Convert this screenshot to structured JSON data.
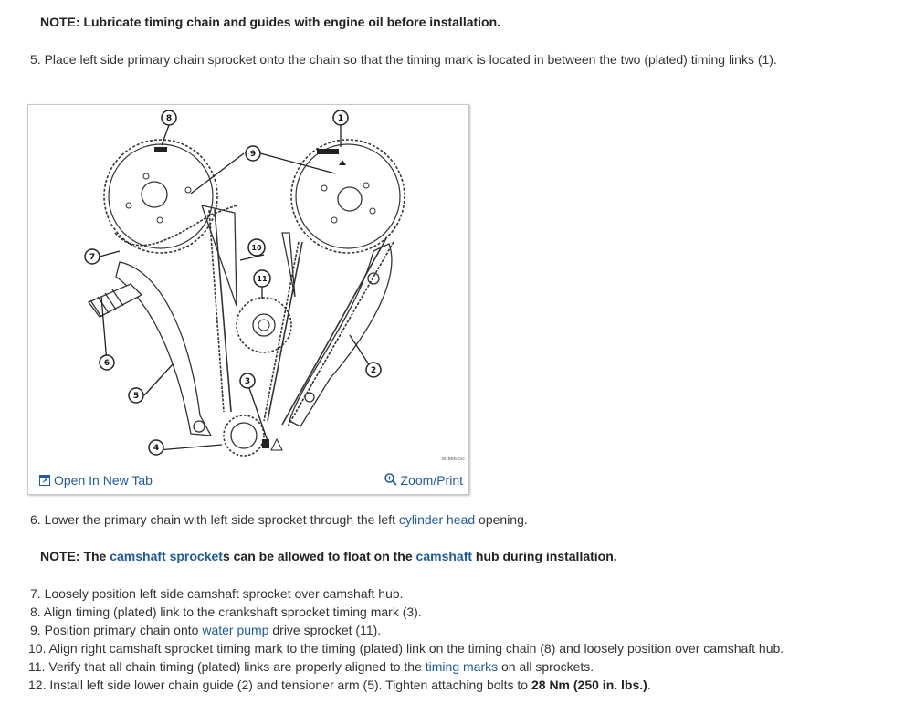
{
  "note1": "NOTE: Lubricate timing chain and guides with engine oil before installation.",
  "step5": "5. Place left side primary chain sprocket onto the chain so that the timing mark is located in between the two (plated) timing links (1).",
  "figure": {
    "callouts": [
      "1",
      "2",
      "3",
      "4",
      "5",
      "6",
      "7",
      "8",
      "9",
      "10",
      "11"
    ],
    "code": "8086635c",
    "open_tab_label": "Open In New Tab",
    "zoom_label": "Zoom/Print",
    "open_tab_icon": "open-in-new-tab-icon",
    "zoom_icon": "magnifier-zoom-icon"
  },
  "step6": {
    "prefix": "6. Lower the primary chain with left side sprocket through the left ",
    "link": "cylinder head",
    "suffix": " opening."
  },
  "note2": {
    "prefix": "NOTE: The ",
    "link1": "camshaft sprocket",
    "mid": "s can be allowed to float on the ",
    "link2": "camshaft",
    "suffix": " hub during installation."
  },
  "step7": "7. Loosely position left side camshaft sprocket over camshaft hub.",
  "step8": "8. Align timing (plated) link to the crankshaft sprocket timing mark (3).",
  "step9": {
    "prefix": "9. Position primary chain onto ",
    "link": "water pump",
    "suffix": " drive sprocket (11)."
  },
  "step10": "10. Align right camshaft sprocket timing mark to the timing (plated) link on the timing chain (8) and loosely position over camshaft hub.",
  "step11": {
    "prefix": "11. Verify that all chain timing (plated) links are properly aligned to the ",
    "link": "timing marks",
    "suffix": " on all sprockets."
  },
  "step12": {
    "prefix": "12. Install left side lower chain guide (2) and tensioner arm (5). Tighten attaching bolts to ",
    "bold": "28 Nm (250 in. lbs.)",
    "suffix": "."
  },
  "colors": {
    "link": "#1f5a9a",
    "text": "#333333"
  }
}
